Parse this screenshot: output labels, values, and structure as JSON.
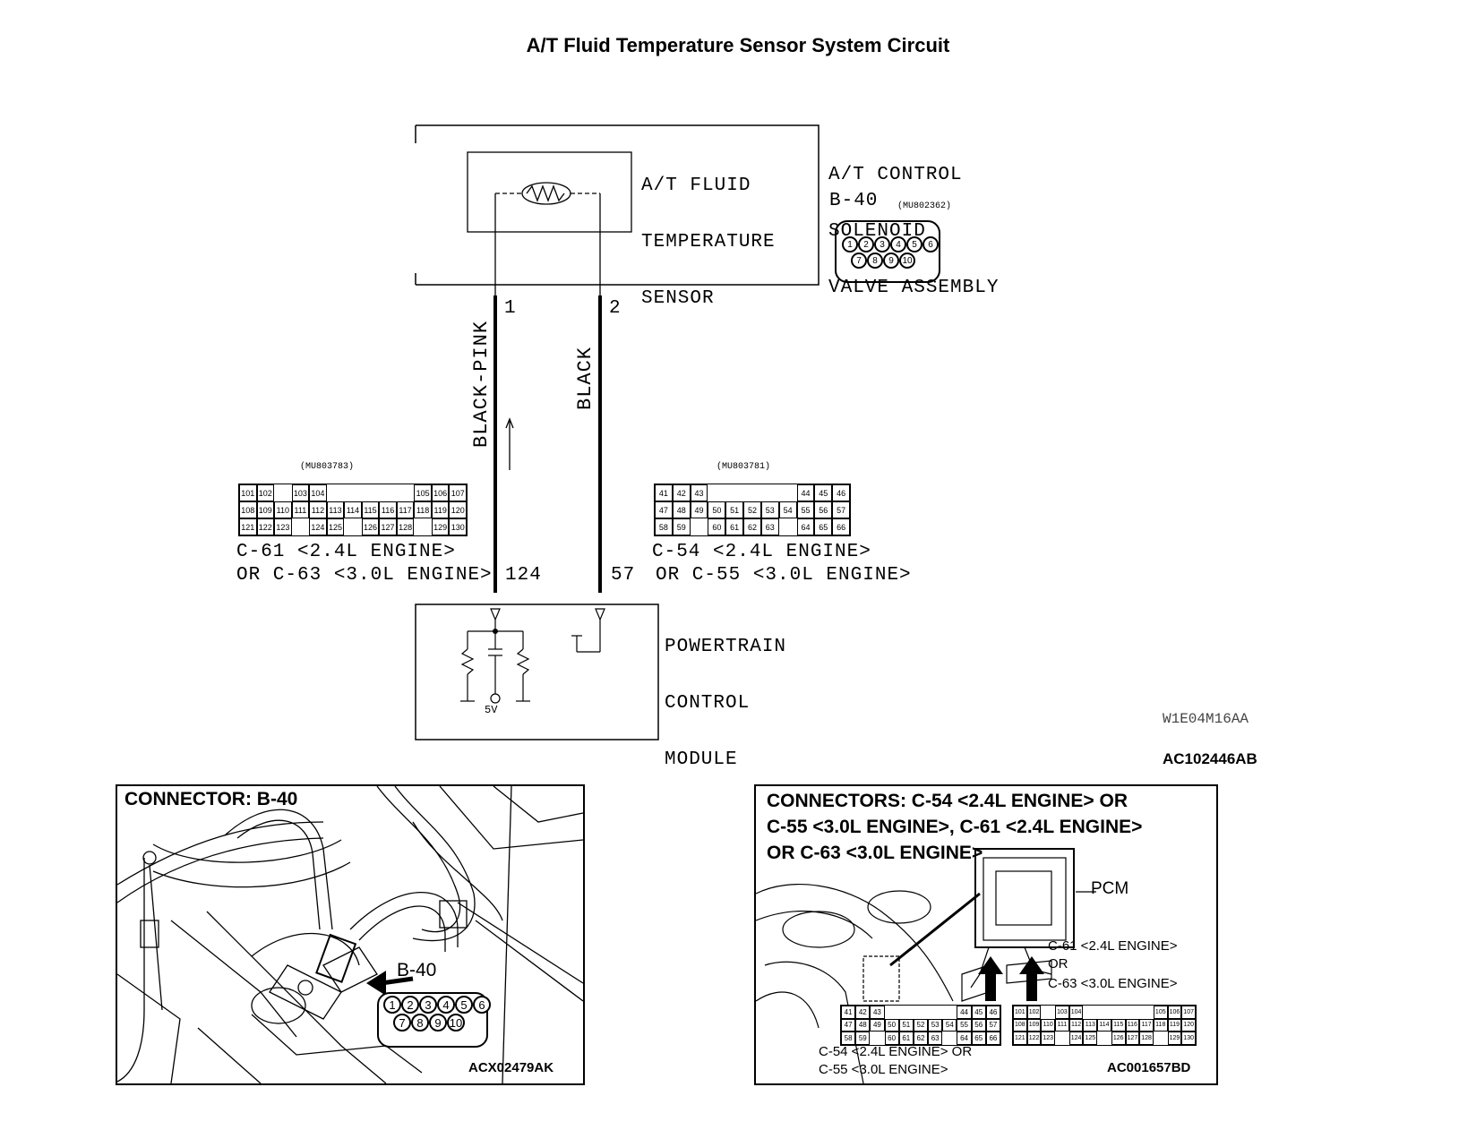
{
  "title": "A/T Fluid Temperature Sensor System Circuit",
  "sensor": {
    "line1": "A/T FLUID",
    "line2": "TEMPERATURE",
    "line3": "SENSOR"
  },
  "assembly": {
    "line1": "A/T CONTROL",
    "line2": "SOLENOID",
    "line3": "VALVE ASSEMBLY",
    "connector": "B-40",
    "part": "(MU802362)"
  },
  "b40_pins": [
    "1",
    "2",
    "3",
    "4",
    "5",
    "6",
    "7",
    "8",
    "9",
    "10"
  ],
  "wires": [
    {
      "pin_top": "1",
      "color": "BLACK-PINK",
      "pin_bottom": "124"
    },
    {
      "pin_top": "2",
      "color": "BLACK",
      "pin_bottom": "57"
    }
  ],
  "left_connector": {
    "part": "(MU803783)",
    "label1": "C-61 <2.4L ENGINE>",
    "label2": "OR C-63 <3.0L ENGINE>",
    "rows": [
      [
        "101",
        "102",
        "",
        "103",
        "104",
        "",
        "",
        "",
        "",
        "",
        "105",
        "106",
        "107"
      ],
      [
        "108",
        "109",
        "110",
        "111",
        "112",
        "113",
        "114",
        "115",
        "116",
        "117",
        "118",
        "119",
        "120"
      ],
      [
        "121",
        "122",
        "123",
        "",
        "124",
        "125",
        "",
        "126",
        "127",
        "128",
        "",
        "129",
        "130"
      ]
    ]
  },
  "right_connector": {
    "part": "(MU803781)",
    "label1": "C-54 <2.4L ENGINE>",
    "label2": "OR C-55 <3.0L ENGINE>",
    "rows": [
      [
        "41",
        "42",
        "43",
        "",
        "",
        "",
        "",
        "",
        "44",
        "45",
        "46"
      ],
      [
        "47",
        "48",
        "49",
        "50",
        "51",
        "52",
        "53",
        "54",
        "55",
        "56",
        "57"
      ],
      [
        "58",
        "59",
        "",
        "60",
        "61",
        "62",
        "63",
        "",
        "64",
        "65",
        "66"
      ]
    ]
  },
  "pcm": {
    "line1": "POWERTRAIN",
    "line2": "CONTROL",
    "line3": "MODULE",
    "voltage": "5V"
  },
  "code_w": "W1E04M16AA",
  "code_main": "AC102446AB",
  "panel_left": {
    "title": "CONNECTOR: B-40",
    "callout": "B-40",
    "code": "ACX02479AK",
    "pins": [
      "1",
      "2",
      "3",
      "4",
      "5",
      "6",
      "7",
      "8",
      "9",
      "10"
    ]
  },
  "panel_right": {
    "title_line1": "CONNECTORS: C-54 <2.4L ENGINE> OR",
    "title_line2": "C-55 <3.0L ENGINE>, C-61 <2.4L ENGINE>",
    "title_line3": "OR C-63 <3.0L ENGINE>",
    "pcm_label": "PCM",
    "c61": "C-61 <2.4L ENGINE>",
    "or": "OR",
    "c63": "C-63 <3.0L ENGINE>",
    "c54": "C-54 <2.4L ENGINE> OR",
    "c55": "C-55 <3.0L ENGINE>",
    "code": "AC001657BD"
  }
}
